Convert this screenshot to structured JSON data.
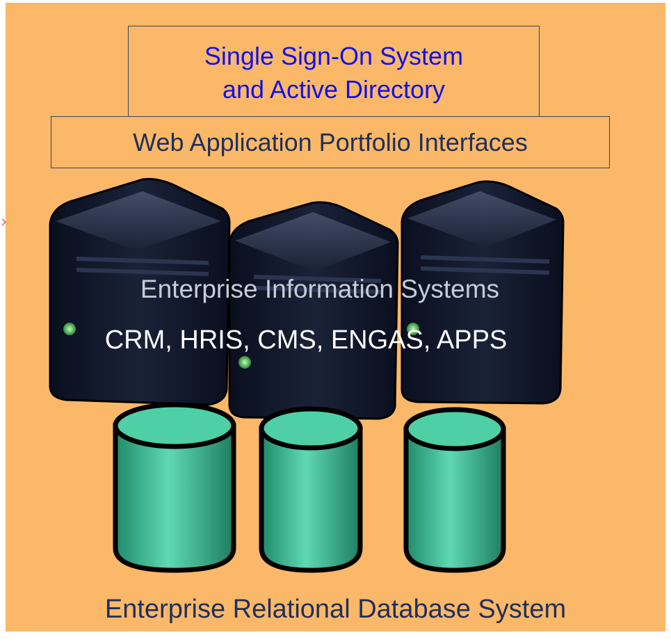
{
  "sso": {
    "line1": "Single Sign-On System",
    "line2": "and Active Directory"
  },
  "web_portfolio": "Web Application Portfolio Interfaces",
  "eis": {
    "title": "Enterprise Information Systems",
    "systems": "CRM, HRIS, CMS, ENGAS, APPS"
  },
  "database": {
    "caption": "Enterprise Relational Database System"
  },
  "colors": {
    "background": "#fbb868",
    "box_border": "#3a4456",
    "sso_text": "#1010ee",
    "label_text": "#1f2f5a",
    "server_body": "#0f1526",
    "db_cylinder": "#3fc9a0"
  },
  "icons": {
    "servers": [
      "server-icon",
      "server-icon",
      "server-icon"
    ],
    "databases": [
      "database-icon",
      "database-icon",
      "database-icon"
    ]
  }
}
